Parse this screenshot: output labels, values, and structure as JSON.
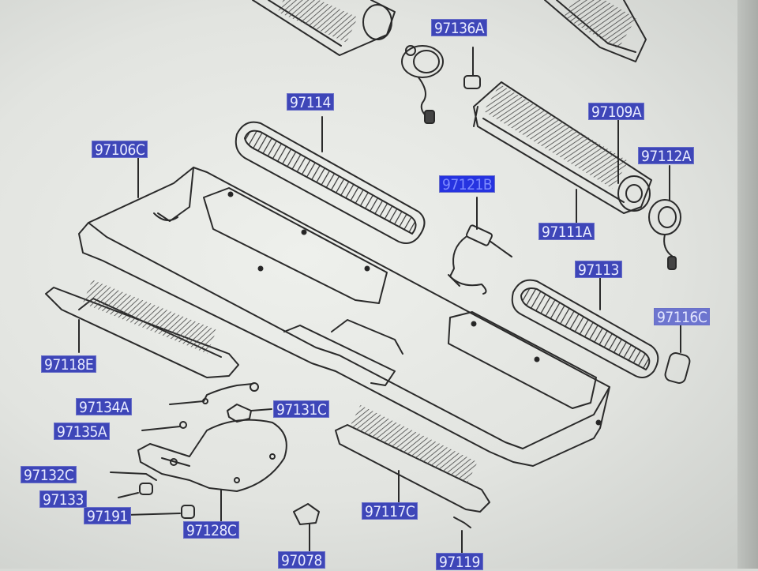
{
  "callouts": [
    {
      "id": "97136A",
      "label": "97136A"
    },
    {
      "id": "97114",
      "label": "97114"
    },
    {
      "id": "97109A",
      "label": "97109A"
    },
    {
      "id": "97106C",
      "label": "97106C"
    },
    {
      "id": "97112A",
      "label": "97112A"
    },
    {
      "id": "97121B",
      "label": "97121B"
    },
    {
      "id": "97111A",
      "label": "97111A"
    },
    {
      "id": "97113",
      "label": "97113"
    },
    {
      "id": "97116C",
      "label": "97116C"
    },
    {
      "id": "97118E",
      "label": "97118E"
    },
    {
      "id": "97134A",
      "label": "97134A"
    },
    {
      "id": "97131C",
      "label": "97131C"
    },
    {
      "id": "97135A",
      "label": "97135A"
    },
    {
      "id": "97132C",
      "label": "97132C"
    },
    {
      "id": "97133",
      "label": "97133"
    },
    {
      "id": "97191",
      "label": "97191"
    },
    {
      "id": "97128C",
      "label": "97128C"
    },
    {
      "id": "97117C",
      "label": "97117C"
    },
    {
      "id": "97078",
      "label": "97078"
    },
    {
      "id": "97119",
      "label": "97119"
    }
  ],
  "colors": {
    "callout_fill": "#3e46b8",
    "callout_text": "#e8ebff",
    "line_art": "#2a2a2a",
    "background": "#e8eae6"
  }
}
